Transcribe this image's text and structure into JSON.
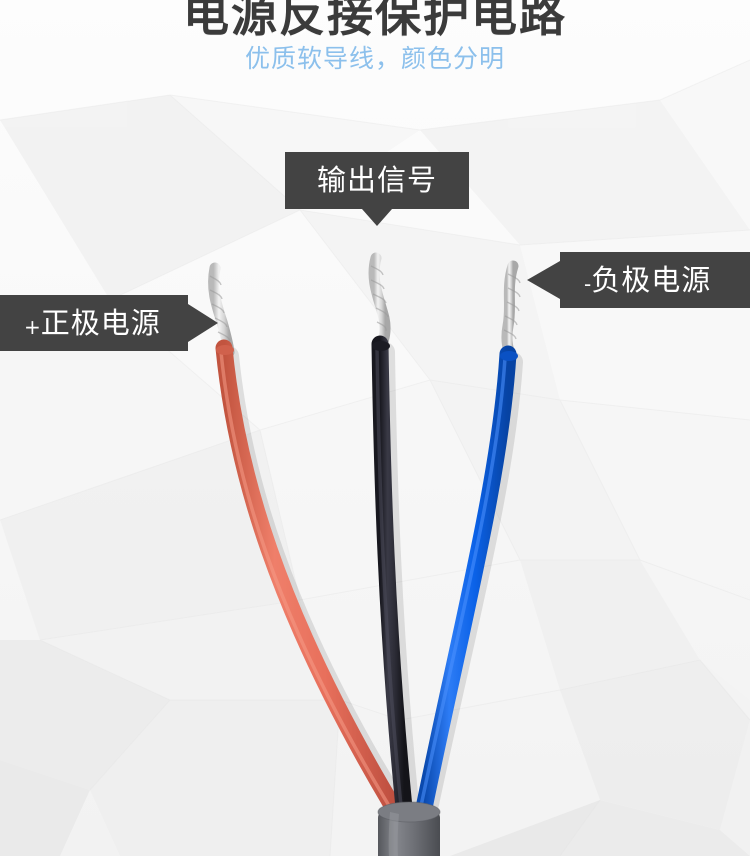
{
  "header": {
    "title": "电源反接保护电路",
    "title_color": "#3b3b3b",
    "subtitle": "优质软导线，颜色分明",
    "subtitle_color": "#8cc0ec"
  },
  "callouts": [
    {
      "id": "output-signal",
      "label": "输出信号",
      "sign": "",
      "pointer": "down",
      "background": "#434343",
      "text_color": "#ffffff",
      "points_to": "black-wire"
    },
    {
      "id": "positive-power",
      "label": "正极电源",
      "sign": "+",
      "pointer": "right",
      "background": "#434343",
      "text_color": "#ffffff",
      "points_to": "red-wire"
    },
    {
      "id": "negative-power",
      "label": "负极电源",
      "sign": "-",
      "pointer": "left",
      "background": "#434343",
      "text_color": "#ffffff",
      "points_to": "blue-wire"
    }
  ],
  "product": {
    "wires": [
      {
        "name": "red-wire",
        "role": "positive-power",
        "insulation_color": "#e8705c",
        "insulation_shadow": "#c4533f",
        "conductor_color": "#dcdcdc"
      },
      {
        "name": "black-wire",
        "role": "output-signal",
        "insulation_color": "#2c2c36",
        "insulation_shadow": "#16161d",
        "conductor_color": "#e4e4e4"
      },
      {
        "name": "blue-wire",
        "role": "negative-power",
        "insulation_color": "#0b62e8",
        "insulation_shadow": "#0a49ad",
        "conductor_color": "#dcdcdc"
      }
    ],
    "sleeve": {
      "name": "cable-sleeve",
      "color": "#6e7076"
    }
  },
  "background": {
    "style": "low-poly",
    "base_color": "#f6f6f6",
    "facet_color": "#e9e9e9"
  }
}
